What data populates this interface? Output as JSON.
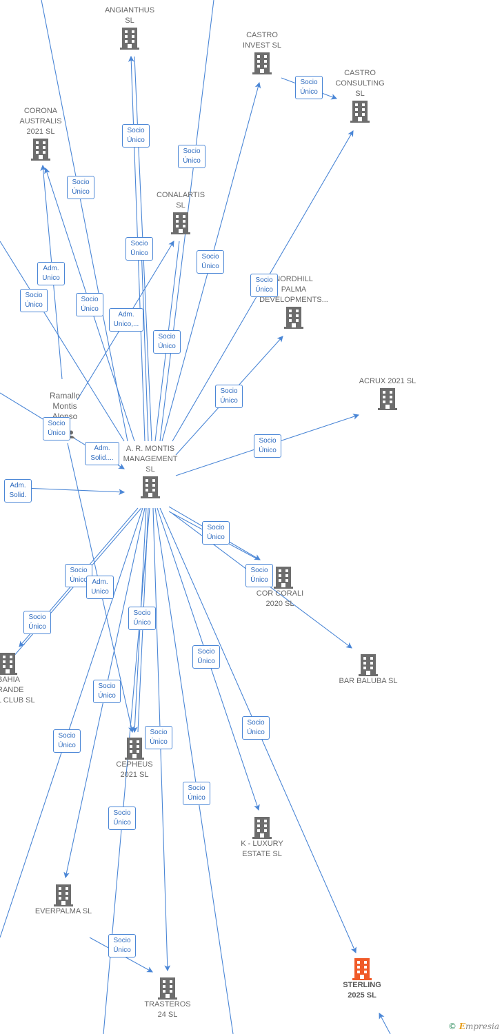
{
  "colors": {
    "edge": "#4a86d6",
    "building": "#6d6d6d",
    "building_highlight": "#f05a28",
    "label": "#666666"
  },
  "companies": [
    {
      "id": "angianthus",
      "label": "ANGIANTHUS\nSL",
      "icon": "building-icon"
    },
    {
      "id": "castro-invest",
      "label": "CASTRO\nINVEST  SL",
      "icon": "building-icon"
    },
    {
      "id": "castro-consulting",
      "label": "CASTRO\nCONSULTING\nSL",
      "icon": "building-icon"
    },
    {
      "id": "corona",
      "label": "CORONA\nAUSTRALIS\n2021  SL",
      "icon": "building-icon"
    },
    {
      "id": "conalartis",
      "label": "CONALARTIS\nSL",
      "icon": "building-icon"
    },
    {
      "id": "nordhill",
      "label": "NORDHILL\nPALMA\nDEVELOPMENTS...",
      "icon": "building-icon"
    },
    {
      "id": "acrux",
      "label": "ACRUX 2021  SL",
      "icon": "building-icon"
    },
    {
      "id": "montis",
      "label": "A. R. MONTIS\nMANAGEMENT\nSL",
      "icon": "building-icon"
    },
    {
      "id": "corcorali",
      "label": "COR CORALI\n2020  SL",
      "icon": "building-icon"
    },
    {
      "id": "baluba",
      "label": "BAR BALUBA  SL",
      "icon": "building-icon"
    },
    {
      "id": "bahia",
      "label": "BAHIA\nRANDE\nL CLUB  SL",
      "icon": "building-icon"
    },
    {
      "id": "cepheus",
      "label": "CEPHEUS\n2021  SL",
      "icon": "building-icon"
    },
    {
      "id": "kluxury",
      "label": "K -  LUXURY\nESTATE  SL",
      "icon": "building-icon"
    },
    {
      "id": "everpalma",
      "label": "EVERPALMA  SL",
      "icon": "building-icon"
    },
    {
      "id": "trasteros",
      "label": "TRASTEROS\n24  SL",
      "icon": "building-icon"
    },
    {
      "id": "sterling",
      "label": "STERLING\n2025  SL",
      "icon": "building-icon",
      "highlight": true
    }
  ],
  "person": {
    "label": "Ramallo\nMontis\nAlonso",
    "icon": "person-icon"
  },
  "relations": [
    {
      "label": "Socio\nÚnico"
    },
    {
      "label": "Socio\nÚnico"
    },
    {
      "label": "Socio\nÚnico"
    },
    {
      "label": "Socio\nÚnico"
    },
    {
      "label": "Socio\nÚnico"
    },
    {
      "label": "Socio\nÚnico"
    },
    {
      "label": "Adm.\nUnico"
    },
    {
      "label": "Socio\nÚnico"
    },
    {
      "label": "Socio\nÚnico"
    },
    {
      "label": "Adm.\nUnico,..."
    },
    {
      "label": "Socio\nÚnico"
    },
    {
      "label": "Socio\nÚnico"
    },
    {
      "label": "Socio\nÚnico"
    },
    {
      "label": "Socio\nÚnico"
    },
    {
      "label": "Socio\nÚnico"
    },
    {
      "label": "Adm.\nSolid...."
    },
    {
      "label": "Adm.\nSolid."
    },
    {
      "label": "Socio\nÚnico"
    },
    {
      "label": "Socio\nÚnico"
    },
    {
      "label": "Socio\nÚnico"
    },
    {
      "label": "Adm.\nUnico"
    },
    {
      "label": "Socio\nÚnico"
    },
    {
      "label": "Socio\nÚnico"
    },
    {
      "label": "Socio\nÚnico"
    },
    {
      "label": "Socio\nÚnico"
    },
    {
      "label": "Socio\nÚnico"
    },
    {
      "label": "Socio\nÚnico"
    },
    {
      "label": "Socio\nÚnico"
    },
    {
      "label": "Socio\nÚnico"
    },
    {
      "label": "Socio\nÚnico"
    },
    {
      "label": "Socio\nÚnico"
    }
  ],
  "footer": {
    "copyright": "©",
    "brand_initial": "E",
    "brand_rest": "mpresia"
  }
}
